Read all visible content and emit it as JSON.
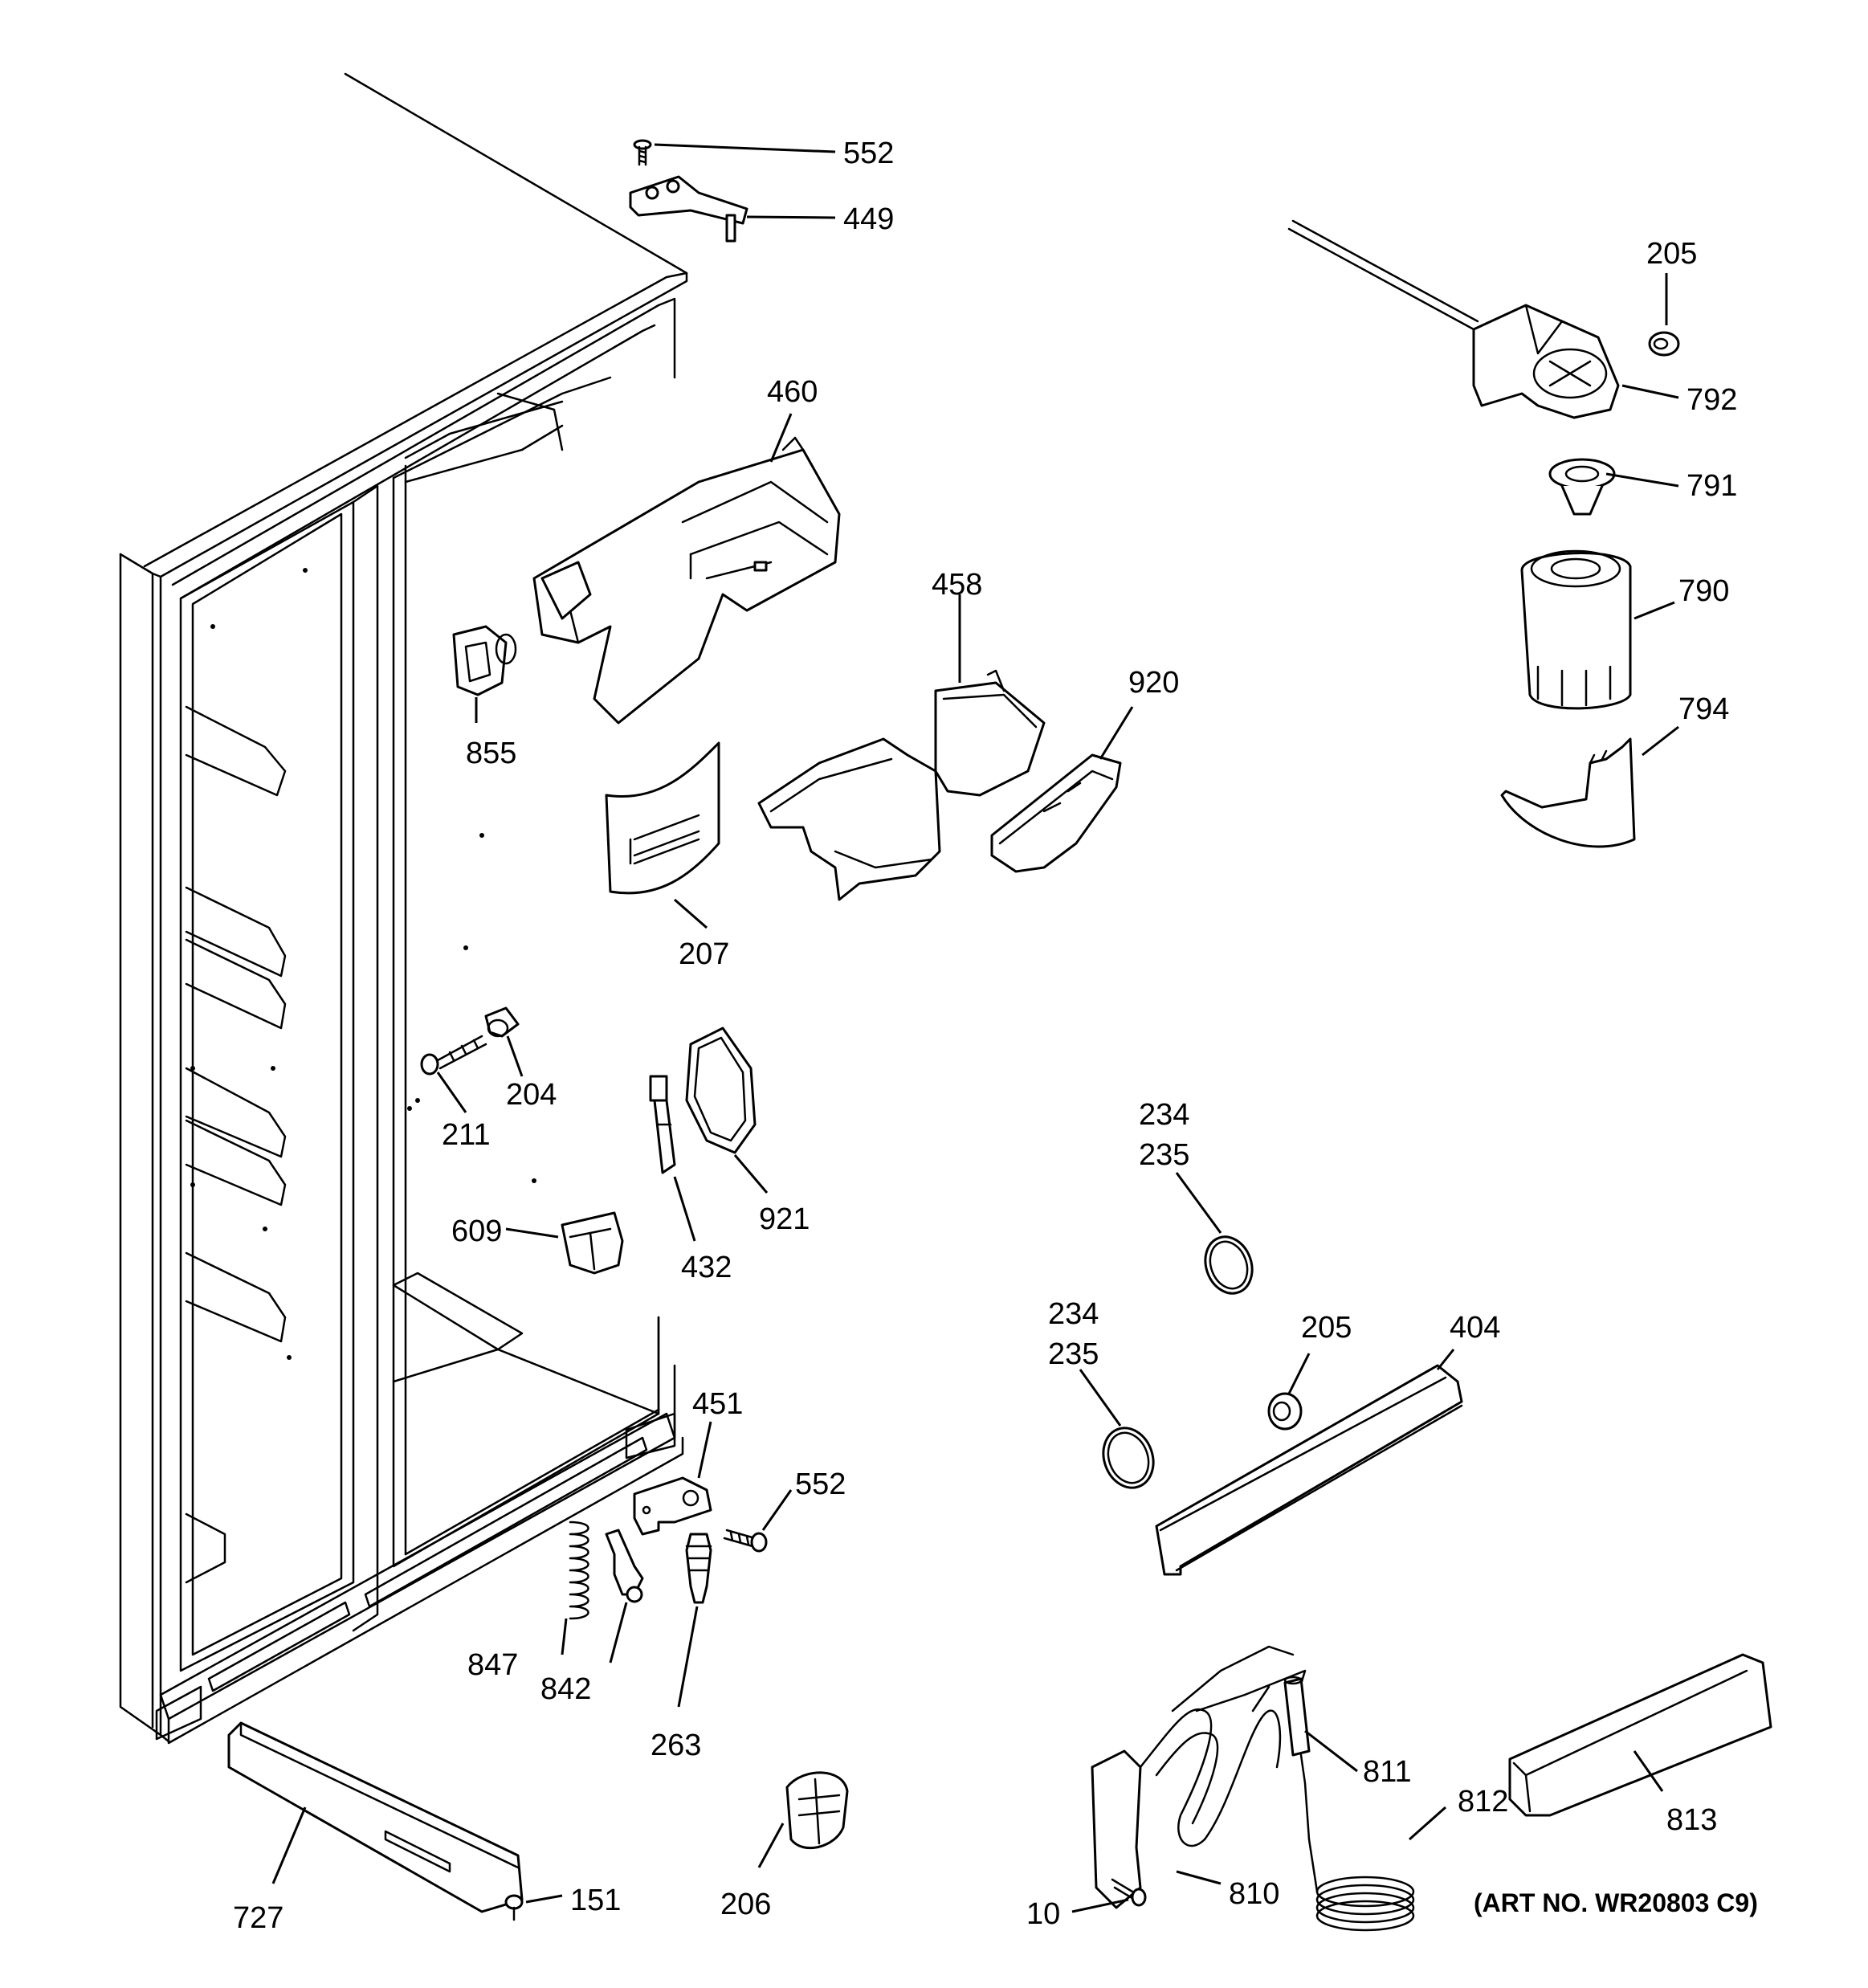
{
  "art_number": "(ART NO. WR20803 C9)",
  "callouts": {
    "c552_top": "552",
    "c449": "449",
    "c460": "460",
    "c855": "855",
    "c207": "207",
    "c458": "458",
    "c920": "920",
    "c205_top": "205",
    "c792": "792",
    "c791": "791",
    "c790": "790",
    "c794": "794",
    "c211": "211",
    "c204": "204",
    "c609": "609",
    "c432": "432",
    "c921": "921",
    "c234_a": "234",
    "c235_a": "235",
    "c234_b": "234",
    "c235_b": "235",
    "c205_mid": "205",
    "c404": "404",
    "c451": "451",
    "c552_bot": "552",
    "c847": "847",
    "c842": "842",
    "c263": "263",
    "c727": "727",
    "c151": "151",
    "c206": "206",
    "c811": "811",
    "c812": "812",
    "c813": "813",
    "c810": "810",
    "c10": "10"
  }
}
